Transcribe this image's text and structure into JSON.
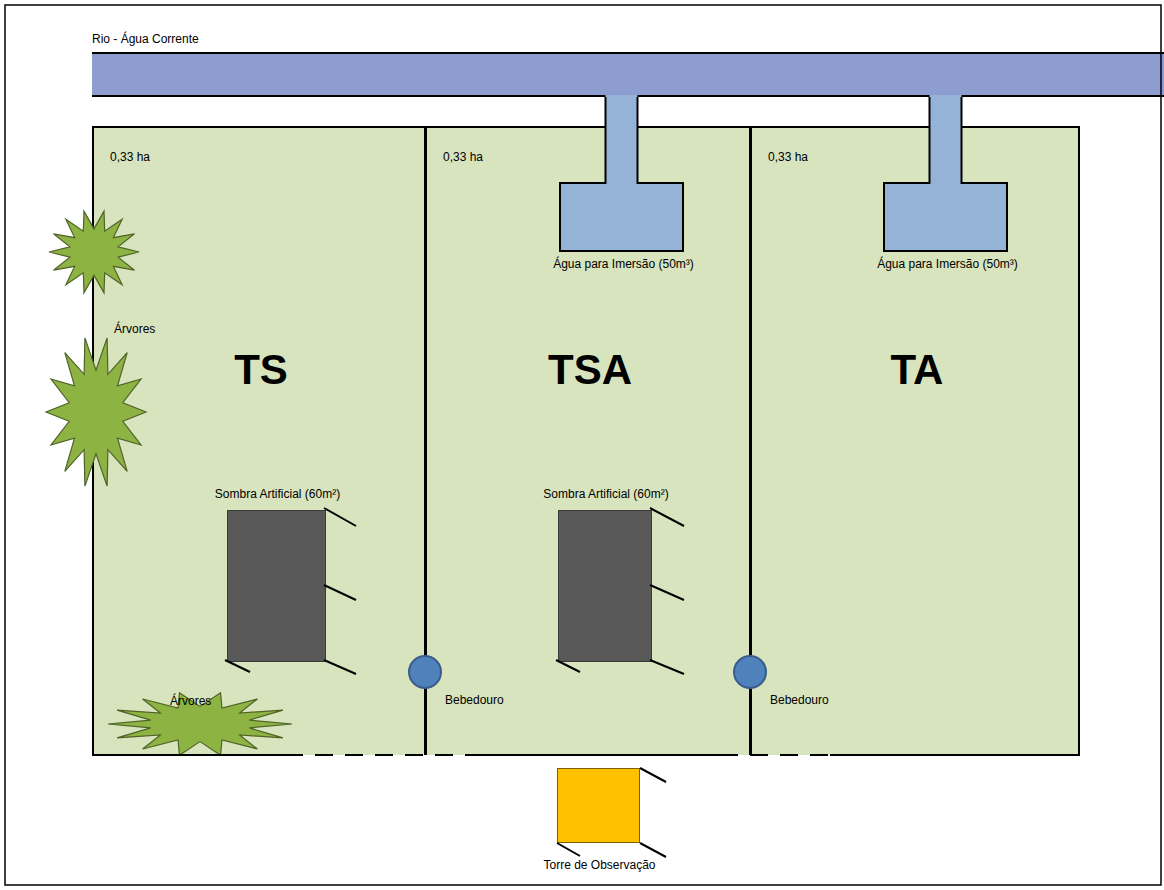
{
  "diagram": {
    "nodes": [
      {
        "text": [
          "Rio - Água Corrente"
        ]
      },
      {
        "text": [
          "0,33 ha",
          "TS"
        ]
      },
      {
        "text": [
          "Sombra Artificial (60m²)"
        ],
        "in": 1
      },
      {
        "text": [
          "0,33 ha",
          "TSA"
        ]
      },
      {
        "text": [
          "Água para Imersão (50m³)"
        ],
        "in": 3
      },
      {
        "text": [
          "Sombra Artificial (60m²)"
        ],
        "in": 3
      },
      {
        "text": [
          "0,33 ha",
          "TA"
        ]
      },
      {
        "text": [
          "Água para Imersão (50m³)"
        ],
        "in": 6
      },
      {
        "text": [
          "Bebedouro"
        ]
      },
      {
        "text": [
          "Bebedouro"
        ]
      },
      {
        "text": [
          "Torre de Observação"
        ]
      }
    ],
    "edges": [
      {
        "from": 0,
        "to": 4,
        "arrow": "none"
      },
      {
        "from": 0,
        "to": 7,
        "arrow": "none"
      }
    ],
    "labels": [
      "Árvores",
      "Árvores"
    ]
  }
}
